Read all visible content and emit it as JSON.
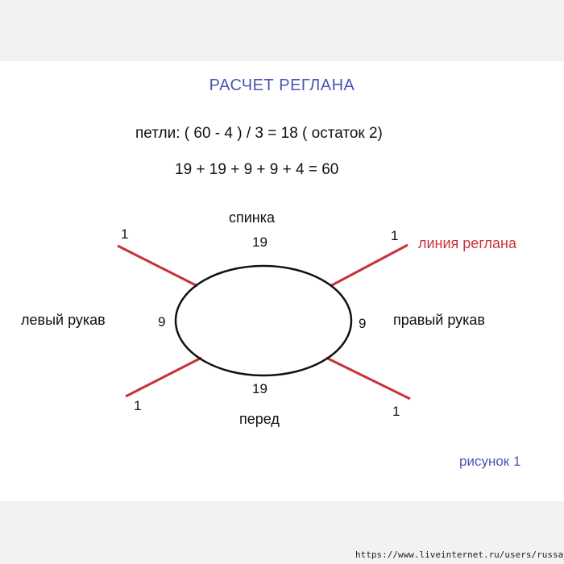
{
  "title": "РАСЧЕТ РЕГЛАНА",
  "formula_line1": "петли:  ( 60 - 4 )  / 3 = 18  ( остаток 2)",
  "formula_line2": "19 + 19 + 9 + 9 + 4 = 60",
  "parts": {
    "back": {
      "label": "спинка",
      "count": "19"
    },
    "front": {
      "label": "перед",
      "count": "19"
    },
    "left_sleeve": {
      "label": "левый рукав",
      "count": "9"
    },
    "right_sleeve": {
      "label": "правый рукав",
      "count": "9"
    }
  },
  "raglan_line_label": "линия реглана",
  "raglan_stitches": {
    "top_left": "1",
    "top_right": "1",
    "bottom_left": "1",
    "bottom_right": "1"
  },
  "caption": "рисунок 1",
  "watermark_url": "https://www.liveinternet.ru/users/russa_n/",
  "colors": {
    "title_blue": "#4a55b5",
    "raglan_red": "#c8323c",
    "outline": "#111111"
  }
}
